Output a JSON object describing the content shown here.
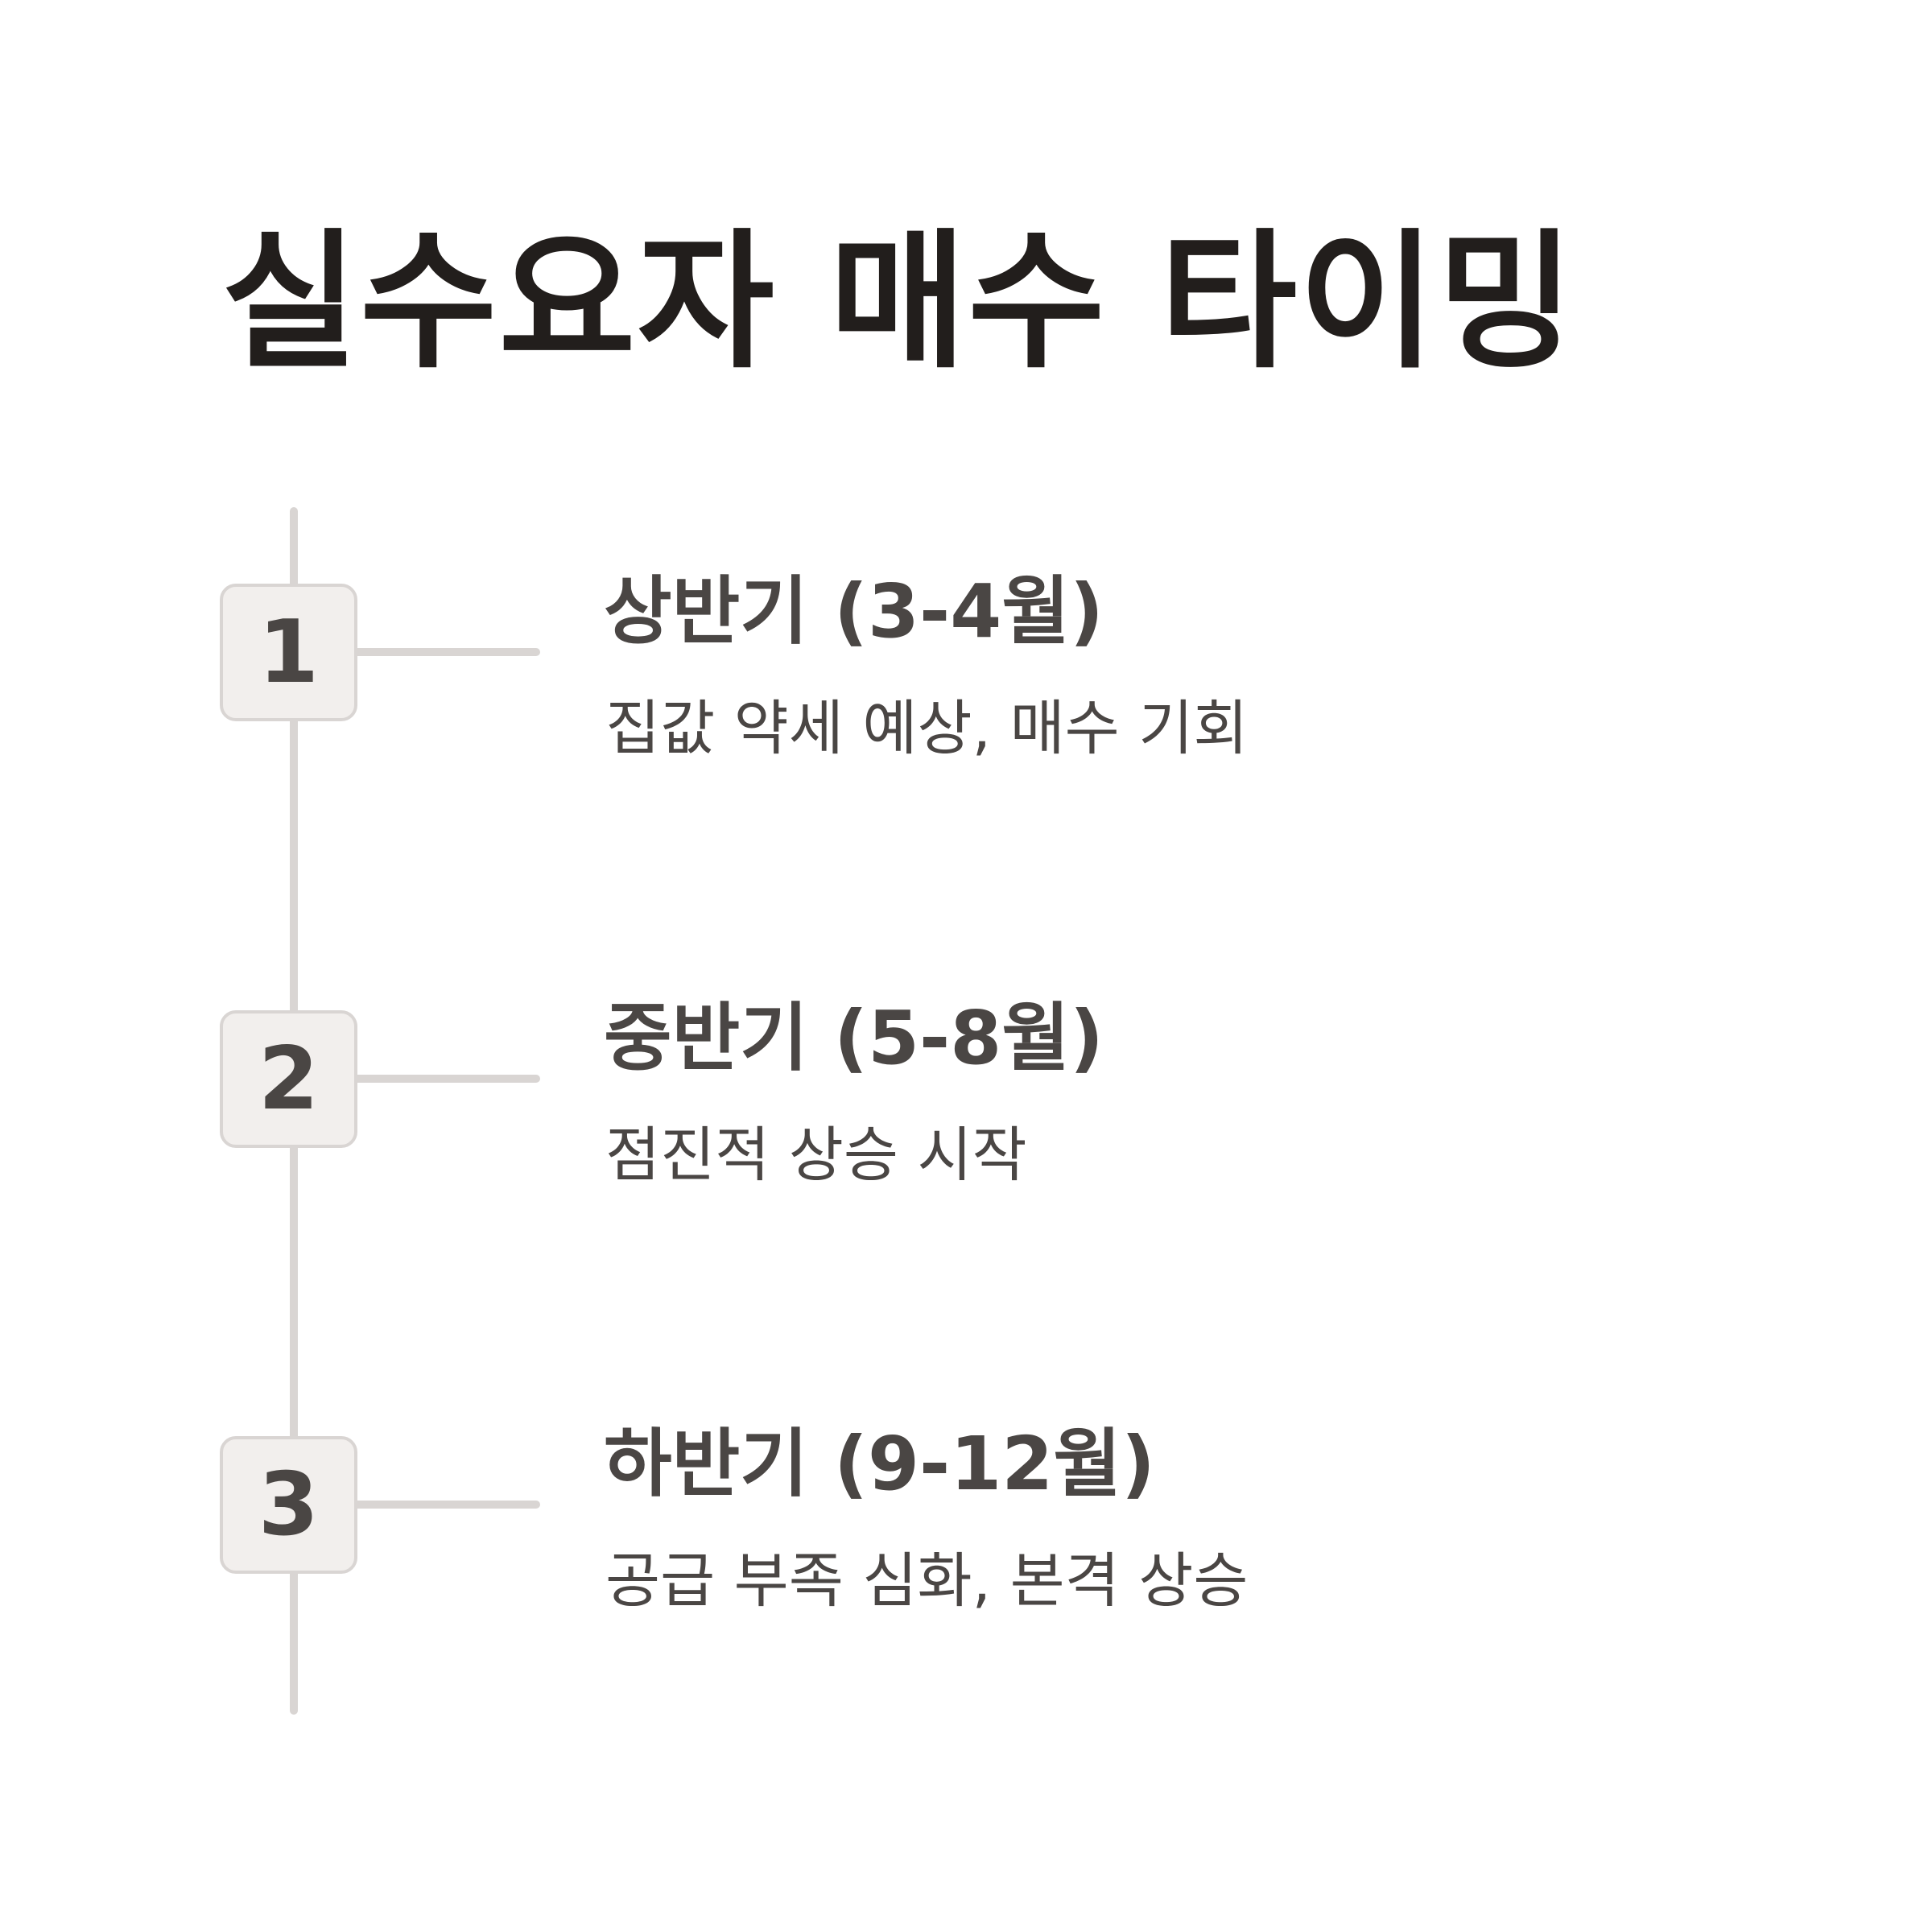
{
  "title": "실수요자 매수 타이밍",
  "steps": [
    {
      "number": "1",
      "heading": "상반기 (3-4월)",
      "description": "집값 약세 예상, 매수 기회"
    },
    {
      "number": "2",
      "heading": "중반기 (5-8월)",
      "description": "점진적 상승 시작"
    },
    {
      "number": "3",
      "heading": "하반기 (9-12월)",
      "description": "공급 부족 심화, 본격 상승"
    }
  ],
  "colors": {
    "title": "#221e1c",
    "text": "#4a4644",
    "line": "#d9d5d3",
    "box_fill": "#f2efed",
    "background": "#ffffff"
  }
}
